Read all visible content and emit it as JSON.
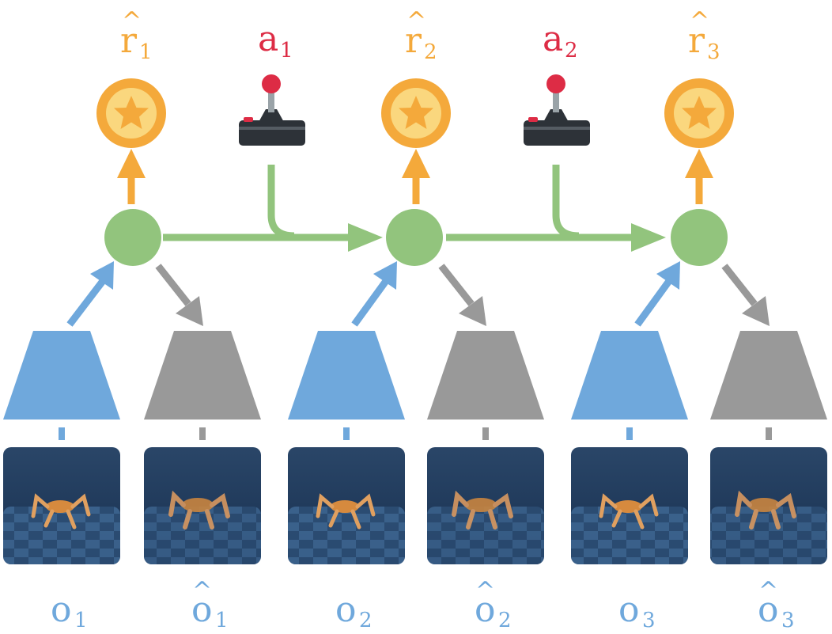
{
  "colors": {
    "reward": "#F4A93B",
    "reward_inner": "#FAD77E",
    "action": "#DD2C45",
    "state": "#92C47D",
    "encoder": "#6FA8DC",
    "decoder": "#999999",
    "frame_bg": "#1E3450",
    "joystick": "#2D3238",
    "joystick_stick": "#9AA3A8"
  },
  "icons": {
    "reward": "star-coin-icon",
    "action": "joystick-icon"
  },
  "steps": [
    {
      "reward": {
        "base": "r",
        "accent": "̂",
        "sub": "1"
      },
      "obs": {
        "base": "o",
        "sub": "1"
      },
      "recon": {
        "base": "o",
        "accent": "̂",
        "sub": "1"
      }
    },
    {
      "reward": {
        "base": "r",
        "accent": "̂",
        "sub": "2"
      },
      "obs": {
        "base": "o",
        "sub": "2"
      },
      "recon": {
        "base": "o",
        "accent": "̂",
        "sub": "2"
      }
    },
    {
      "reward": {
        "base": "r",
        "accent": "̂",
        "sub": "3"
      },
      "obs": {
        "base": "o",
        "sub": "3"
      },
      "recon": {
        "base": "o",
        "accent": "̂",
        "sub": "3"
      }
    }
  ],
  "actions": [
    {
      "base": "a",
      "sub": "1"
    },
    {
      "base": "a",
      "sub": "2"
    }
  ]
}
